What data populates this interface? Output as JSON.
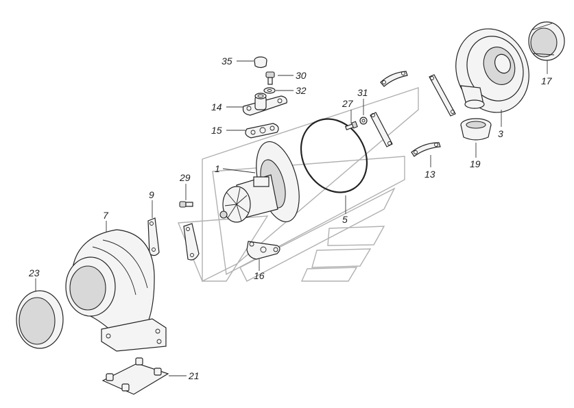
{
  "labels": {
    "p1": "1",
    "p3": "3",
    "p5": "5",
    "p7": "7",
    "p9": "9",
    "p13": "13",
    "p14": "14",
    "p15": "15",
    "p16": "16",
    "p17": "17",
    "p19": "19",
    "p21": "21",
    "p23": "23",
    "p27": "27",
    "p29": "29",
    "p30": "30",
    "p31": "31",
    "p32": "32",
    "p35": "35"
  }
}
